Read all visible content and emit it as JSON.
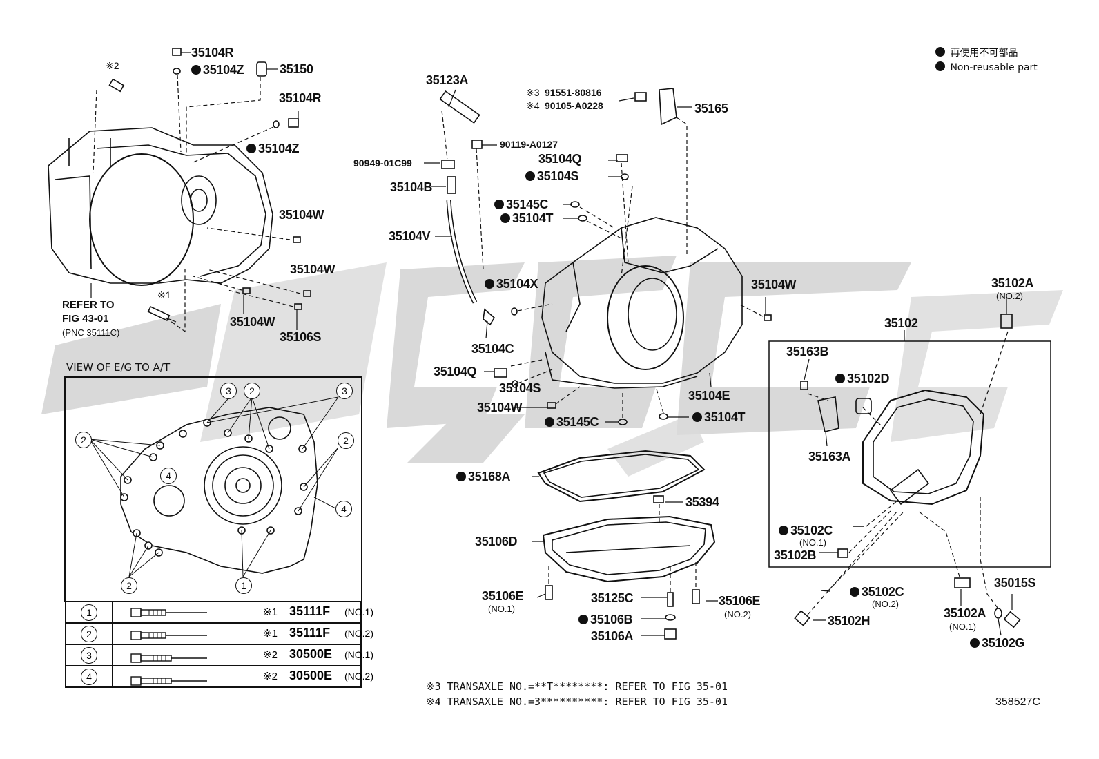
{
  "legend": {
    "mark": "●",
    "jp": "再使用不可部品",
    "en": "Non-reusable part"
  },
  "labels": {
    "p35104R_top": "35104R",
    "p35104Z_top": "35104Z",
    "p35150": "35150",
    "p35104R_mid": "35104R",
    "p35104Z_mid": "35104Z",
    "p35104W_a": "35104W",
    "p35104W_b": "35104W",
    "p35104W_c": "35104W",
    "p35106S": "35106S",
    "mark_x2": "※2",
    "mark_x1": "※1",
    "refer_to_1": "REFER TO",
    "refer_to_2": "FIG 43-01",
    "refer_to_3": "(PNC 35111C)",
    "p35123A": "35123A",
    "p90119": "90119-A0127",
    "p90949": "90949-01C99",
    "p35104B": "35104B",
    "p35104V": "35104V",
    "p35104X": "35104X",
    "p35104C": "35104C",
    "p35104Q_low": "35104Q",
    "p35104S_low": "35104S",
    "p35104W_low": "35104W",
    "p35145C_low": "35145C",
    "p91551": "91551-80816",
    "p90105": "90105-A0228",
    "mark_x3": "※3",
    "mark_x4": "※4",
    "p35165": "35165",
    "p35104Q_top": "35104Q",
    "p35104S_top": "35104S",
    "p35145C_top": "35145C",
    "p35104T_top": "35104T",
    "p35104W_right": "35104W",
    "p35104E": "35104E",
    "p35104T_low": "35104T",
    "p35168A": "35168A",
    "p35394": "35394",
    "p35106D": "35106D",
    "p35106E_1": "35106E",
    "p35106E_1_no": "(NO.1)",
    "p35125C": "35125C",
    "p35106B": "35106B",
    "p35106A": "35106A",
    "p35106E_2": "35106E",
    "p35106E_2_no": "(NO.2)",
    "p35102A_top": "35102A",
    "p35102A_top_no": "(NO.2)",
    "p35102": "35102",
    "p35163B": "35163B",
    "p35102D": "35102D",
    "p35163A": "35163A",
    "p35102C_1": "35102C",
    "p35102C_1_no": "(NO.1)",
    "p35102B": "35102B",
    "p35102C_2": "35102C",
    "p35102C_2_no": "(NO.2)",
    "p35102H": "35102H",
    "p35102A_low": "35102A",
    "p35102A_low_no": "(NO.1)",
    "p35015S": "35015S",
    "p35102G": "35102G"
  },
  "view": {
    "title": "VIEW OF E/G TO A/T",
    "callouts": [
      "1",
      "2",
      "3",
      "4"
    ]
  },
  "bolt_table": [
    {
      "no": "1",
      "mark": "※1",
      "pn": "35111F",
      "sub": "(NO.1)"
    },
    {
      "no": "2",
      "mark": "※1",
      "pn": "35111F",
      "sub": "(NO.2)"
    },
    {
      "no": "3",
      "mark": "※2",
      "pn": "30500E",
      "sub": "(NO.1)"
    },
    {
      "no": "4",
      "mark": "※2",
      "pn": "30500E",
      "sub": "(NO.2)"
    }
  ],
  "notes": {
    "n3": "※3 TRANSAXLE NO.=**T********: REFER TO FIG 35-01",
    "n4": "※4 TRANSAXLE NO.=3**********: REFER TO FIG 35-01"
  },
  "figure_code": "358527C"
}
